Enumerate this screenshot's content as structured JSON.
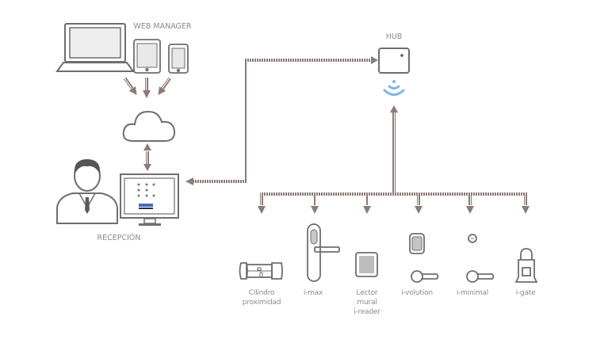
{
  "labels": {
    "web_manager": "WEB MANAGER",
    "hub": "HUB",
    "reception": "RECEPCIÓN"
  },
  "devices": [
    {
      "label": "Cilindro\nproximidad",
      "icon": "cylinder-icon"
    },
    {
      "label": "i-max",
      "icon": "i-max-lock-icon"
    },
    {
      "label": "Lector\nmural\ni-reader",
      "icon": "wall-reader-icon"
    },
    {
      "label": "i-volution",
      "icon": "i-volution-lock-icon"
    },
    {
      "label": "i-minimal",
      "icon": "i-minimal-lock-icon"
    },
    {
      "label": "i-gate",
      "icon": "padlock-icon"
    }
  ],
  "colors": {
    "arrow": "#8c7b77",
    "outline": "#6e6e6e",
    "wifi": "#7fb6e6",
    "label": "#8a8a8a"
  }
}
